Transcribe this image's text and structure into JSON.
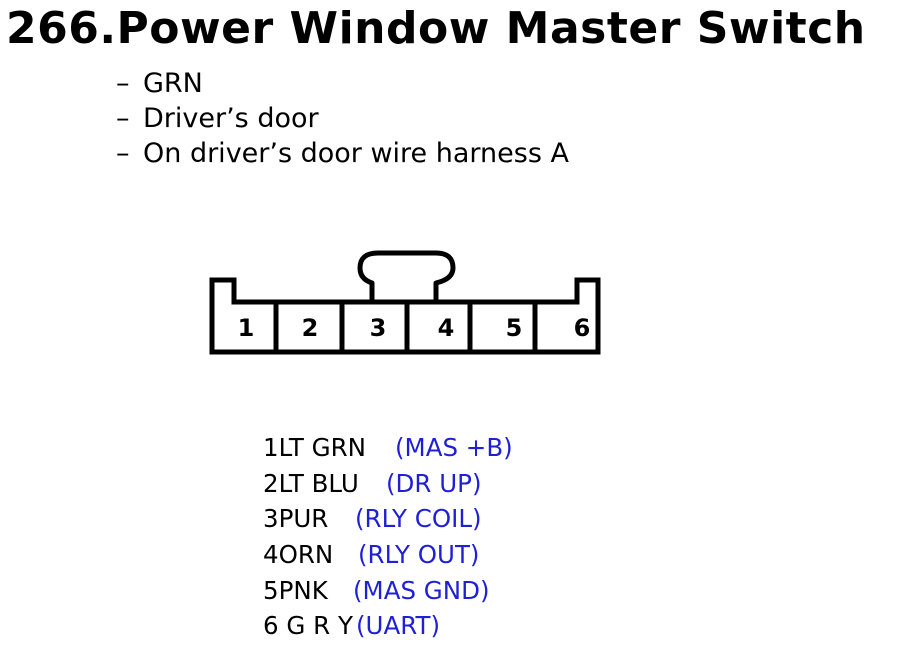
{
  "title": "266.Power Window Master Switch",
  "details": [
    "GRN",
    "Driver’s door",
    "On driver’s door wire harness A"
  ],
  "bullet_marker": "–",
  "connector": {
    "pins": [
      "1",
      "2",
      "3",
      "4",
      "5",
      "6"
    ]
  },
  "wires": [
    {
      "code": "1LT GRN",
      "function": "(MAS +B)"
    },
    {
      "code": "2LT BLU",
      "function": "(DR UP)"
    },
    {
      "code": "3PUR",
      "function": "(RLY COIL)"
    },
    {
      "code": "4ORN",
      "function": "(RLY OUT)"
    },
    {
      "code": "5PNK",
      "function": "(MAS GND)"
    },
    {
      "code": "6 G R Y",
      "function": "(UART)"
    }
  ],
  "colors": {
    "text": "#000000",
    "function_text": "#1f1fd6",
    "background": "#ffffff"
  }
}
